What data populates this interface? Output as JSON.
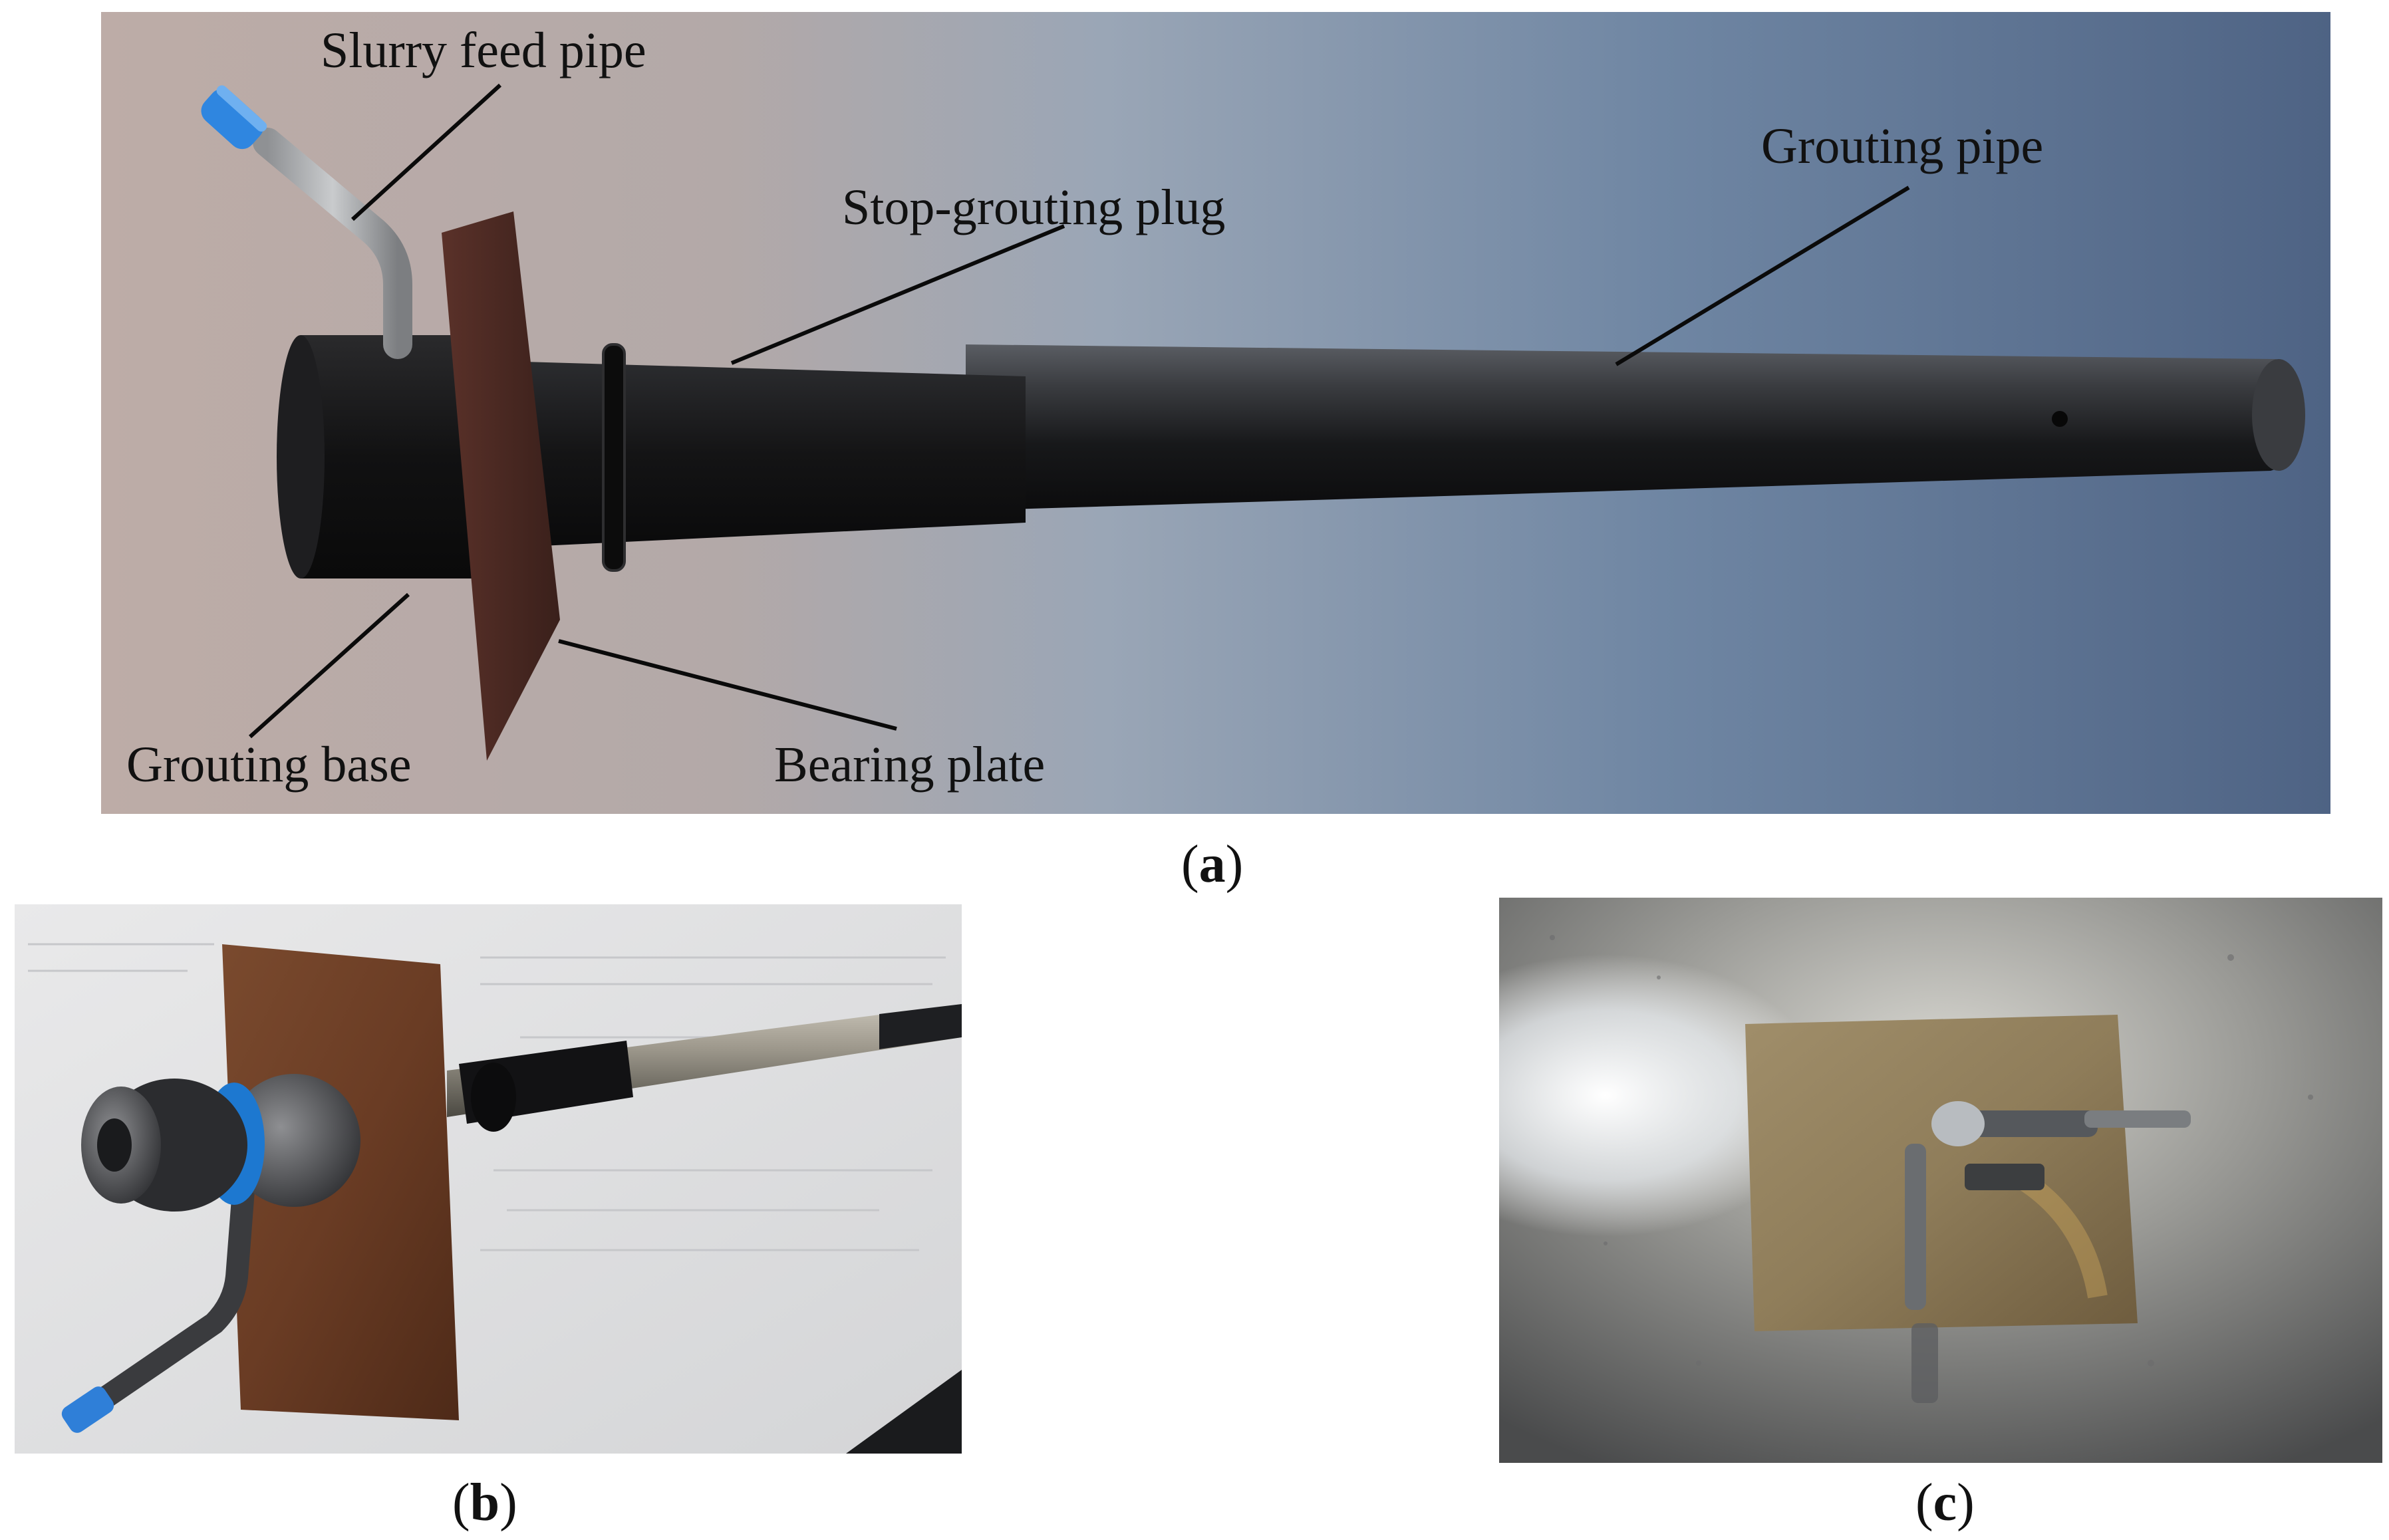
{
  "figure": {
    "panel_a": {
      "caption_letter": "a",
      "callouts": {
        "slurry_feed_pipe": "Slurry feed pipe",
        "stop_grouting_plug": "Stop-grouting plug",
        "grouting_pipe": "Grouting pipe",
        "grouting_base": "Grouting base",
        "bearing_plate": "Bearing plate"
      }
    },
    "panel_b": {
      "caption_letter": "b"
    },
    "panel_c": {
      "caption_letter": "c"
    }
  },
  "colors": {
    "cap_blue": "#2f86e0",
    "plate_brown": "#4a2a24",
    "pipe_dark": "#1c1c1e"
  }
}
